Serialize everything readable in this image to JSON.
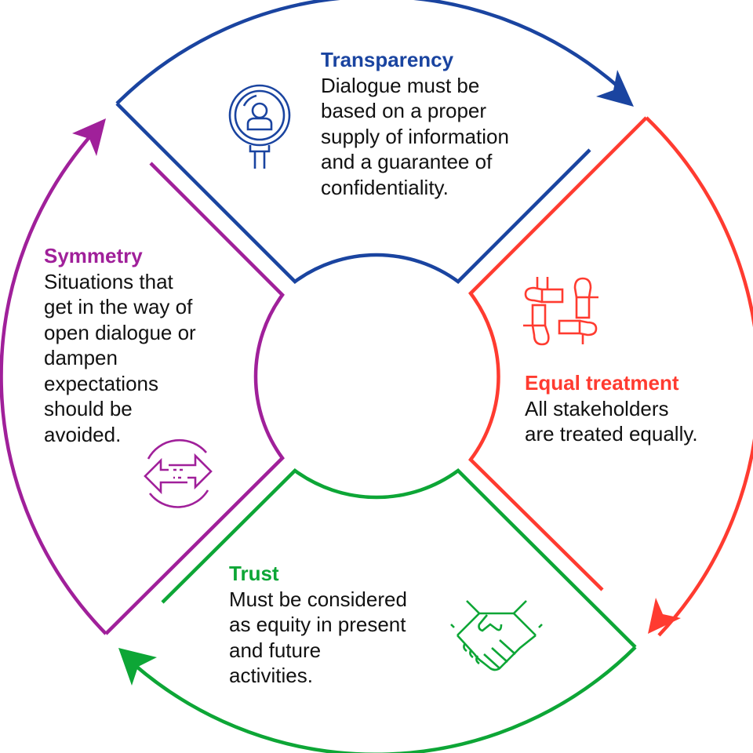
{
  "colors": {
    "transparency": "#1A44A0",
    "equal_treatment": "#FF3B30",
    "trust": "#0DA636",
    "symmetry": "#A0209A",
    "body_text": "#111111"
  },
  "sections": {
    "transparency": {
      "title": "Transparency",
      "lines": [
        "Dialogue must be",
        "based on a proper",
        "supply of information",
        "and a guarantee of",
        "confidentiality."
      ],
      "icon": "magnifier-person-icon"
    },
    "equal_treatment": {
      "title": "Equal treatment",
      "lines": [
        "All stakeholders",
        "are treated equally."
      ],
      "icon": "linked-hands-icon"
    },
    "trust": {
      "title": "Trust",
      "lines": [
        "Must be considered",
        "as equity in present",
        "and future",
        "activities."
      ],
      "icon": "handshake-icon"
    },
    "symmetry": {
      "title": "Symmetry",
      "lines": [
        "Situations that",
        "get in the way of",
        "open dialogue or",
        "dampen",
        "expectations",
        "should be",
        "avoided."
      ],
      "icon": "exchange-arrows-icon"
    }
  },
  "flow_order": [
    "Transparency",
    "Equal treatment",
    "Trust",
    "Symmetry"
  ]
}
